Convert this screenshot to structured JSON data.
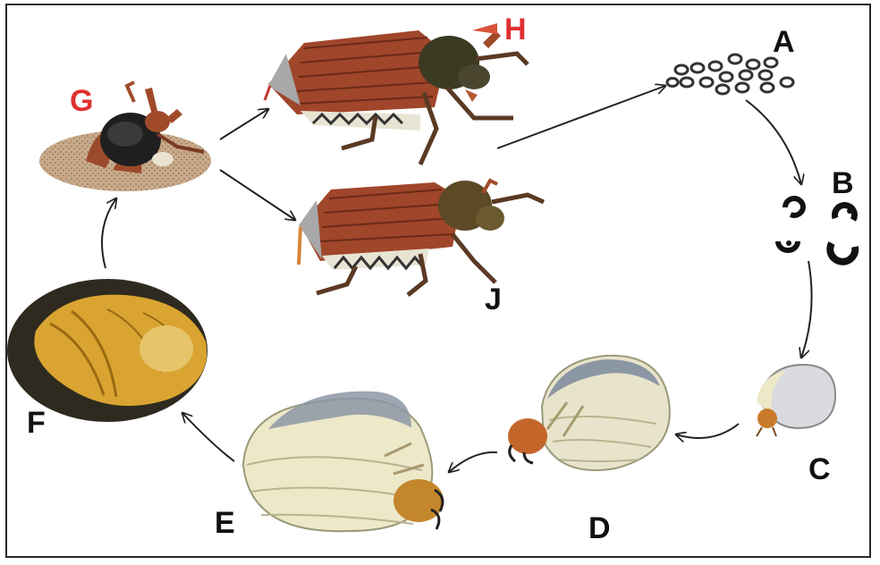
{
  "labels": {
    "A": "A",
    "B": "B",
    "C": "C",
    "D": "D",
    "E": "E",
    "F": "F",
    "G": "G",
    "H": "H",
    "J": "J"
  },
  "stages": {
    "A": "eggs",
    "B": "young larvae",
    "C": "first-stage larva",
    "D": "second-stage larva",
    "E": "third-stage larva",
    "F": "pupa",
    "G": "emerging adult",
    "H": "adult beetle (female)",
    "J": "adult beetle (male)"
  },
  "colors": {
    "label_black": "#111111",
    "label_red": "#e03131",
    "beetle_body": "#a0462a",
    "beetle_head": "#3b3a22",
    "larva_body": "#ece8c8",
    "larva_head": "#c87a2a",
    "pupa_bg": "#2f2a1f",
    "pupa_body": "#d9a431",
    "soil": "#b9997a",
    "egg": "#3a3a3a"
  }
}
